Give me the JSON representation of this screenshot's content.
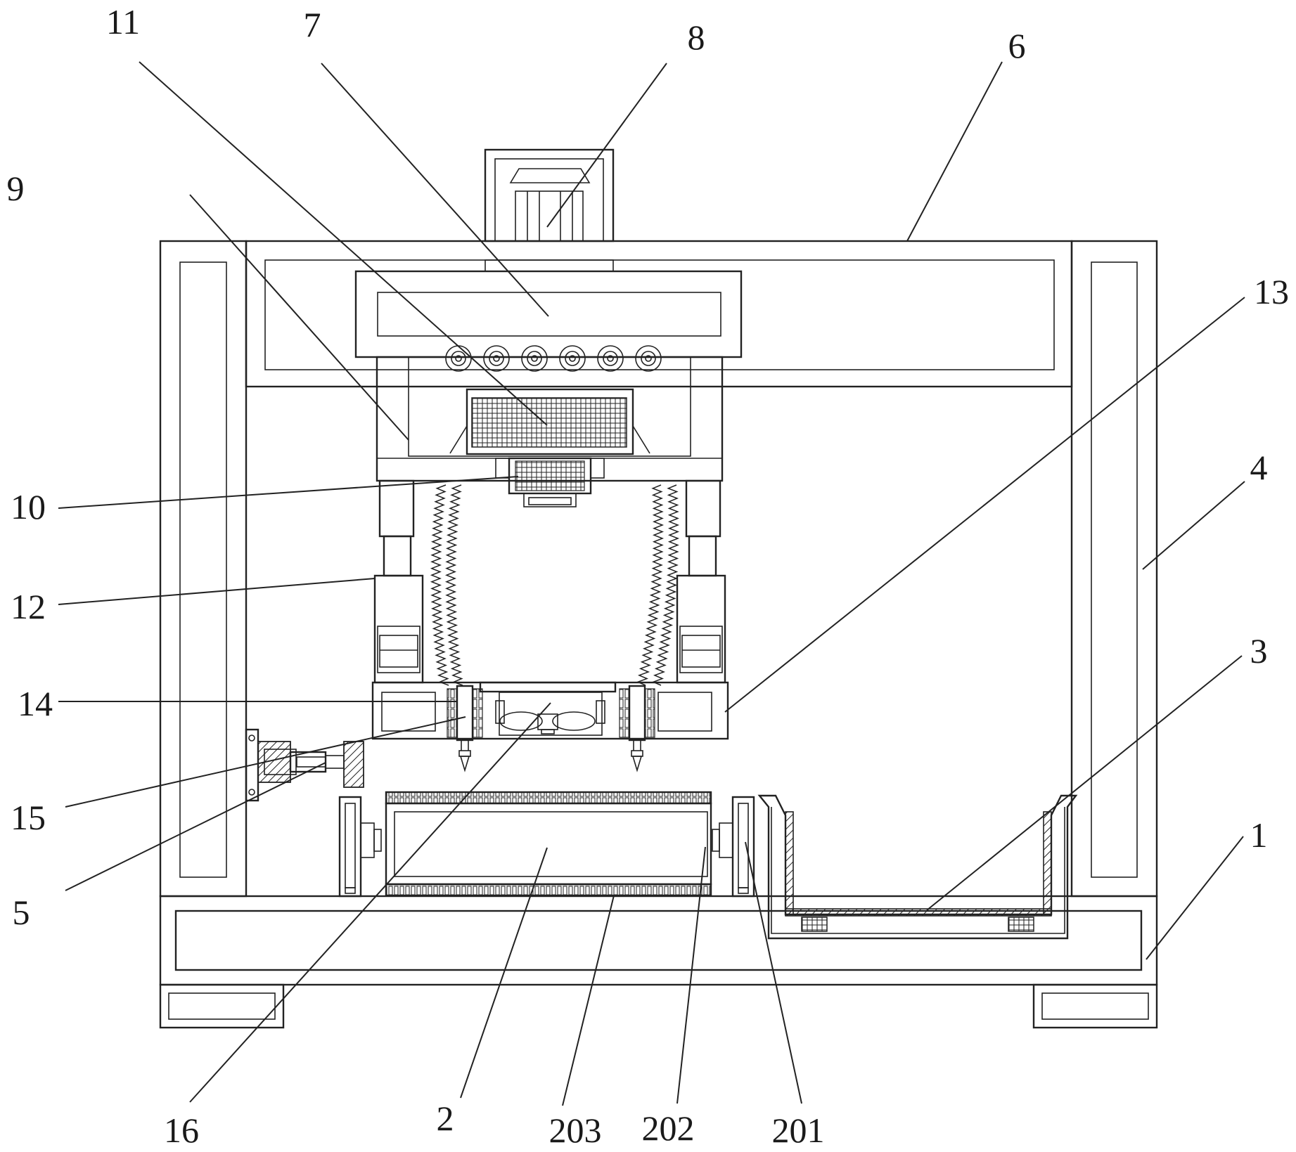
{
  "figure": {
    "type": "mechanical-patent-drawing",
    "line_color": "#222222",
    "background": "#ffffff"
  },
  "labels": {
    "l1": "1",
    "l2": "2",
    "l3": "3",
    "l4": "4",
    "l5": "5",
    "l6": "6",
    "l7": "7",
    "l8": "8",
    "l9": "9",
    "l10": "10",
    "l11": "11",
    "l12": "12",
    "l13": "13",
    "l14": "14",
    "l15": "15",
    "l16": "16",
    "l201": "201",
    "l202": "202",
    "l203": "203"
  }
}
